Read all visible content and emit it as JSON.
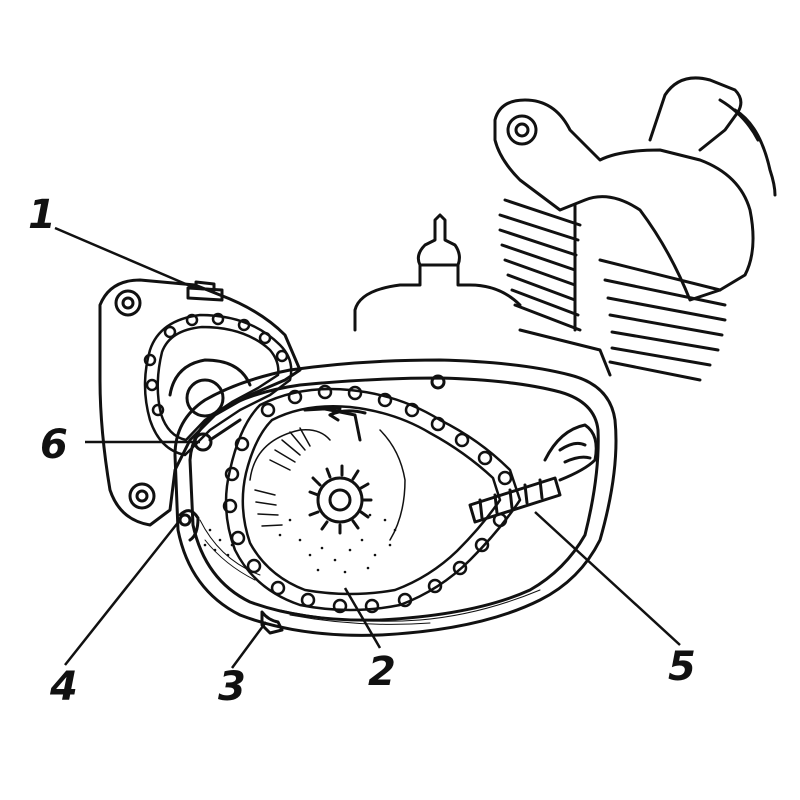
{
  "figure": {
    "stroke_color": "#111111",
    "background": "#ffffff",
    "callouts": [
      {
        "id": "1",
        "label": "1"
      },
      {
        "id": "2",
        "label": "2"
      },
      {
        "id": "3",
        "label": "3"
      },
      {
        "id": "4",
        "label": "4"
      },
      {
        "id": "5",
        "label": "5"
      },
      {
        "id": "6",
        "label": "6"
      }
    ]
  }
}
